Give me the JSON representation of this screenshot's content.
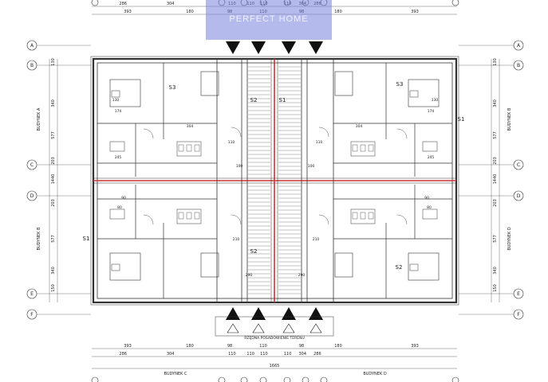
{
  "watermark": {
    "text": "PERFECT HOME"
  },
  "grid_axes": [
    "A",
    "B",
    "C",
    "D",
    "E",
    "F"
  ],
  "top_dims_outer": [
    "393",
    "180",
    "98",
    "110",
    "98",
    "180",
    "393"
  ],
  "top_dims_inner": [
    "286",
    "304",
    "110",
    "110",
    "110",
    "110",
    "304",
    "286"
  ],
  "bottom_dims_outer": [
    "393",
    "180",
    "98",
    "110",
    "98",
    "180",
    "393"
  ],
  "bottom_dims_inner": [
    "286",
    "304",
    "110",
    "110",
    "110",
    "110",
    "304",
    "286"
  ],
  "bottom_total": "1665",
  "left_side_dims": [
    "130",
    "340",
    "577",
    "203",
    "1440",
    "203",
    "577",
    "340",
    "150"
  ],
  "right_side_dims": [
    "130",
    "340",
    "577",
    "203",
    "1440",
    "203",
    "577",
    "340",
    "150"
  ],
  "building_labels": {
    "a": "BUDYNEK A",
    "b": "BUDYNEK B",
    "c": "BUDYNEK C",
    "d": "BUDYNEK D"
  },
  "rooms": {
    "s1": "S1",
    "s2": "S2",
    "s3": "S3"
  },
  "room_dims": [
    "304",
    "174",
    "245",
    "110",
    "130",
    "210",
    "80",
    "90",
    "100",
    "290"
  ],
  "terrain_note": "RZĘDNA POSADOWIENIE TERENU"
}
